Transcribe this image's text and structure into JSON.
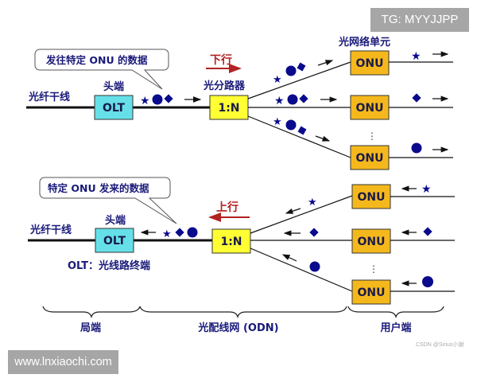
{
  "watermarks": {
    "tg": "TG: MYYJJPP",
    "url": "www.lnxiaochi.com",
    "csdn": "CSDN @Sirius小谢"
  },
  "colors": {
    "olt_fill": "#66e0e8",
    "splitter_fill": "#ffff33",
    "onu_fill": "#f5b81c",
    "symbol": "#0a0a8c",
    "direction_arrow": "#b22222",
    "label_text": "#1a1a7a"
  },
  "downstream": {
    "callout": "发往特定 ONU 的数据",
    "direction_label": "下行",
    "trunk_label": "光纤干线",
    "head_label": "头端",
    "olt_label": "OLT",
    "splitter_title": "光分路器",
    "splitter_label": "1:N",
    "onu_title": "光网络单元",
    "onu_labels": [
      "ONU",
      "ONU",
      "ONU"
    ],
    "ellipsis": "⋮",
    "packet_symbols": [
      "star",
      "circle",
      "diamond"
    ],
    "onu_outputs": [
      "star",
      "diamond",
      "circle"
    ]
  },
  "upstream": {
    "callout": "特定 ONU 发来的数据",
    "direction_label": "上行",
    "trunk_label": "光纤干线",
    "head_label": "头端",
    "olt_label": "OLT",
    "olt_caption": "OLT：光线路终端",
    "splitter_label": "1:N",
    "onu_labels": [
      "ONU",
      "ONU",
      "ONU"
    ],
    "ellipsis": "⋮",
    "packet_symbols": [
      "star",
      "diamond",
      "circle"
    ],
    "onu_inputs": [
      "star",
      "diamond",
      "circle"
    ]
  },
  "sections": [
    {
      "label": "局端"
    },
    {
      "label": "光配线网 (ODN)"
    },
    {
      "label": "用户端"
    }
  ],
  "icons": {
    "star": "★",
    "circle": "●",
    "diamond": "◆",
    "arrow_right": "→",
    "arrow_left": "←"
  }
}
